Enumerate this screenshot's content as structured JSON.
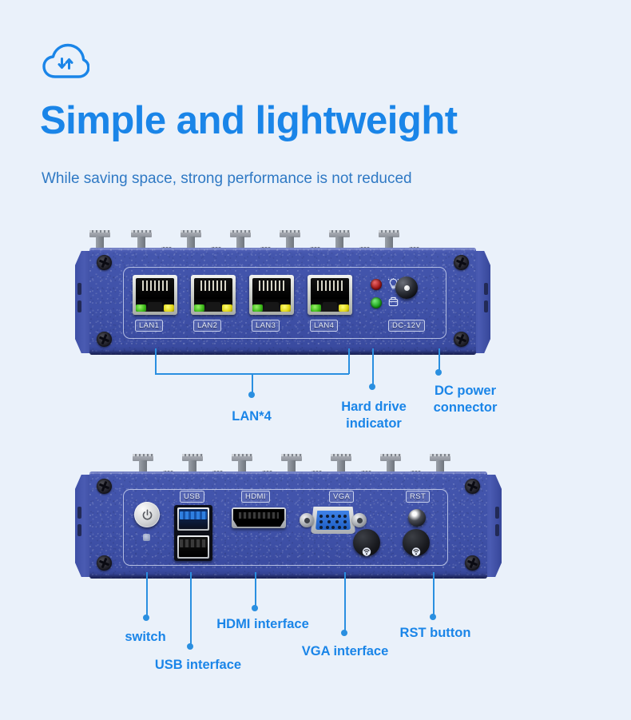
{
  "header": {
    "icon": "cloud-sync-icon",
    "title": "Simple and lightweight",
    "subtitle": "While saving space, strong performance is not reduced",
    "accent_color": "#1a85e8",
    "subtitle_color": "#2f79c4",
    "background_color": "#eaf1fa"
  },
  "front_panel": {
    "name": "front-io-panel",
    "chassis_color": "#3f51a8",
    "lan_ports": [
      {
        "label": "LAN1"
      },
      {
        "label": "LAN2"
      },
      {
        "label": "LAN3"
      },
      {
        "label": "LAN4"
      }
    ],
    "indicators": [
      {
        "name": "power-indicator",
        "color": "#9c1414",
        "icon": "lightbulb-icon"
      },
      {
        "name": "hard-drive-indicator",
        "color": "#16a016",
        "icon": "hard-drive-icon"
      }
    ],
    "power_connector_label": "DC-12V",
    "callouts": [
      {
        "name": "lan-callout",
        "label": "LAN*4"
      },
      {
        "name": "hard-drive-indicator-callout",
        "label": "Hard drive\nindicator"
      },
      {
        "name": "dc-power-callout",
        "label": "DC power\nconnector"
      }
    ]
  },
  "rear_panel": {
    "name": "rear-io-panel",
    "port_labels": [
      {
        "name": "usb-port-label",
        "label": "USB"
      },
      {
        "name": "hdmi-port-label",
        "label": "HDMI"
      },
      {
        "name": "vga-port-label",
        "label": "VGA"
      },
      {
        "name": "rst-button-label",
        "label": "RST"
      }
    ],
    "usb": {
      "top_color": "#1652a8",
      "bottom_color": "#141414"
    },
    "callouts": [
      {
        "name": "switch-callout",
        "label": "switch"
      },
      {
        "name": "usb-interface-callout",
        "label": "USB interface"
      },
      {
        "name": "hdmi-interface-callout",
        "label": "HDMI interface"
      },
      {
        "name": "vga-interface-callout",
        "label": "VGA interface"
      },
      {
        "name": "rst-button-callout",
        "label": "RST button"
      }
    ]
  }
}
